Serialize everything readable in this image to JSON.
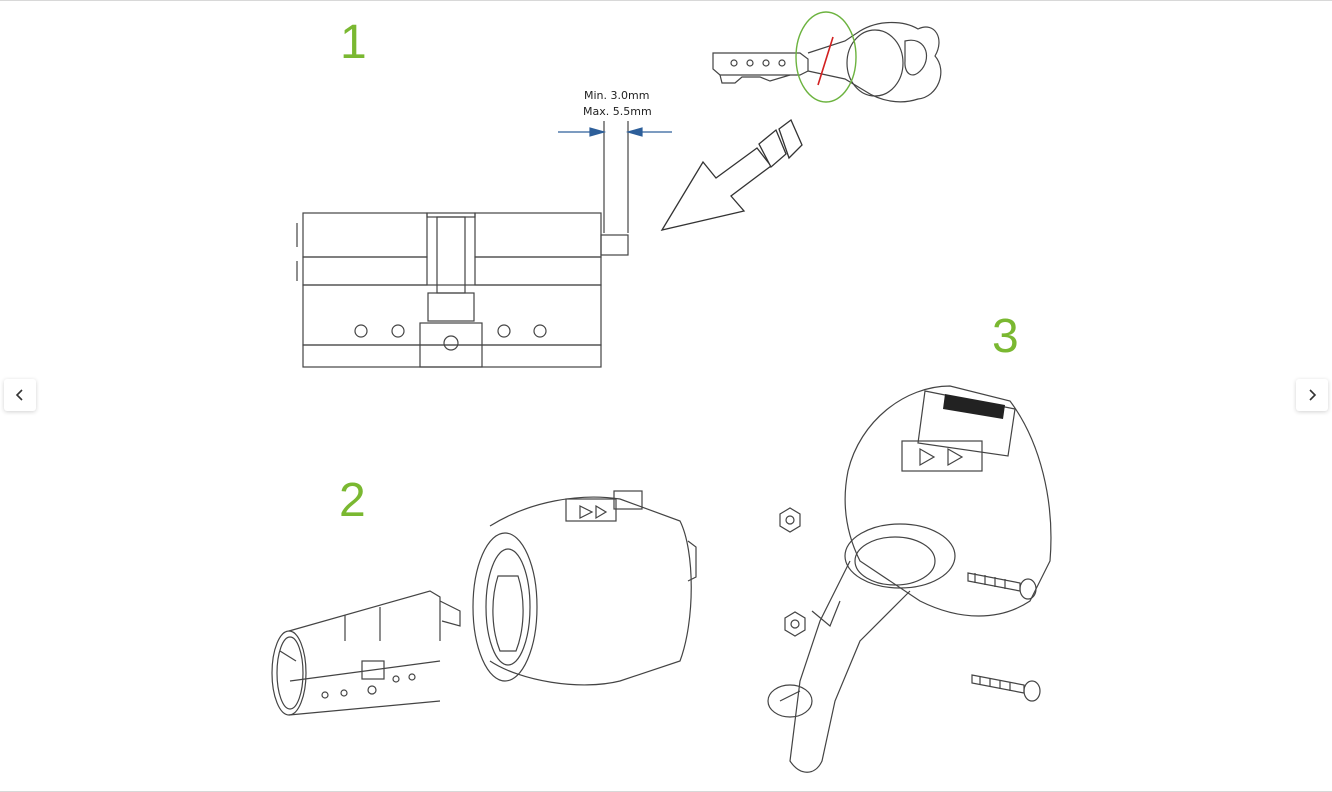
{
  "steps": {
    "step1": "1",
    "step2": "2",
    "step3": "3"
  },
  "dimensions": {
    "min": "Min. 3.0mm",
    "max": "Max. 5.5mm"
  },
  "navigation": {
    "prev_icon": "chevron-left-icon",
    "next_icon": "chevron-right-icon"
  },
  "colors": {
    "step_number": "#7ab831",
    "dimension_arrow": "#2d5f9a",
    "cut_mark": "#d22020",
    "cut_circle": "#6cb33f"
  }
}
